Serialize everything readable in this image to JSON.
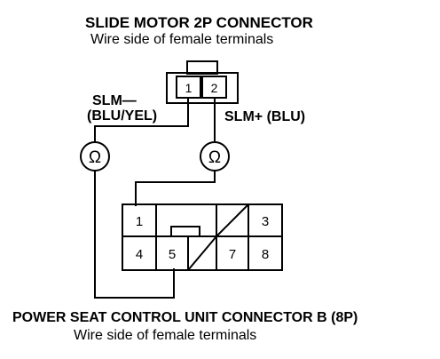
{
  "top_connector": {
    "title": "SLIDE MOTOR 2P CONNECTOR",
    "subtitle": "Wire side of female terminals",
    "pins": [
      "1",
      "2"
    ]
  },
  "wires": {
    "slm_minus_label": "SLM—",
    "slm_minus_color": "(BLU/YEL)",
    "slm_plus_label": "SLM+ (BLU)"
  },
  "meter_symbol": "Ω",
  "bottom_connector": {
    "title": "POWER SEAT CONTROL UNIT CONNECTOR B (8P)",
    "subtitle": "Wire side of female terminals",
    "pins": [
      "1",
      "3",
      "4",
      "5",
      "7",
      "8"
    ]
  }
}
